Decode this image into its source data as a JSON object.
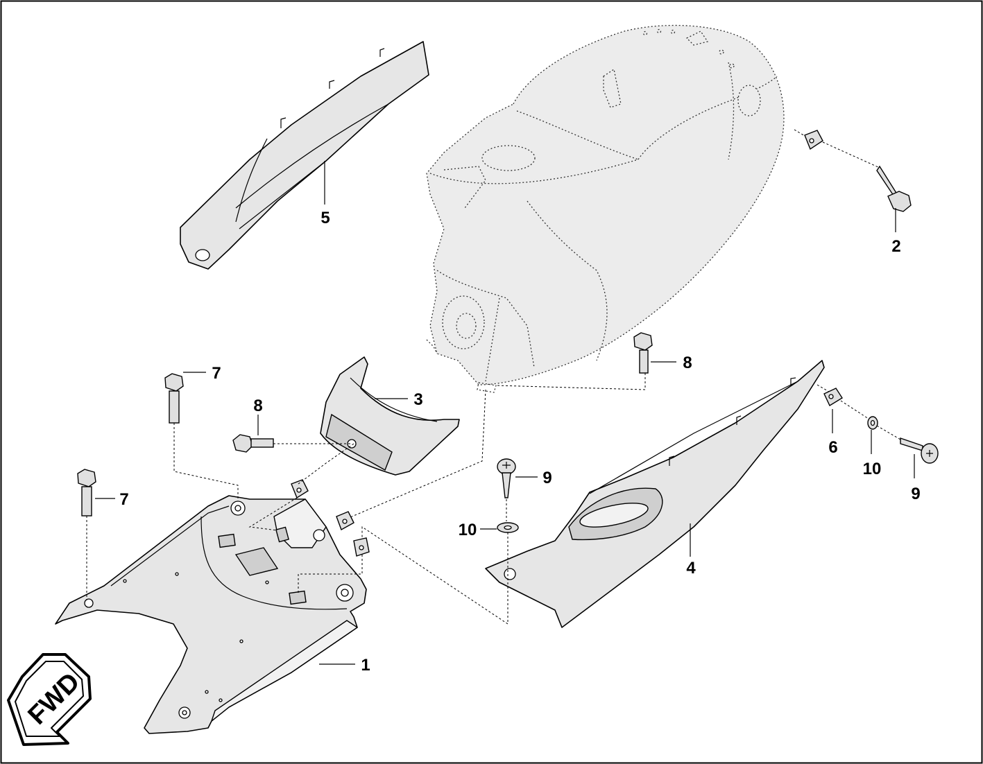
{
  "callouts": {
    "p1": "1",
    "p2": "2",
    "p3": "3",
    "p4": "4",
    "p5": "5",
    "p6": "6",
    "p7a": "7",
    "p7b": "7",
    "p8a": "8",
    "p8b": "8",
    "p9a": "9",
    "p9b": "9",
    "p10a": "10",
    "p10b": "10"
  },
  "fwd_label": "FWD",
  "colors": {
    "line": "#000000",
    "part_fill": "#e6e6e6",
    "background": "#ffffff"
  }
}
